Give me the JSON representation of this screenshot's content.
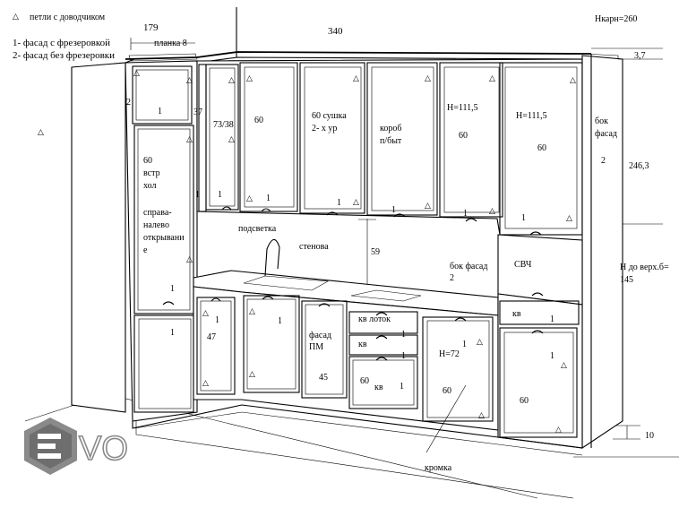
{
  "legend": {
    "hinge_note": "петли с доводчиком",
    "facade1": "1- фасад с фрезеровкой",
    "facade2": "2- фасад без фрезеровки"
  },
  "dims": {
    "width_179": "179",
    "strip": "планка 8",
    "width_340": "340",
    "cornice": "Нкарн=260",
    "gap_3_7": "3,7",
    "height_246": "246,3",
    "tall_to_top_1": "Н до верх.б=",
    "tall_to_top_2": "145",
    "apron_59": "59",
    "plinth_10": "10"
  },
  "labels": {
    "d37": "37",
    "d73": "73/38",
    "u60": "60",
    "dryer1": "60 сушка",
    "dryer2": "2- х ур",
    "box1": "короб",
    "box2": "п/быт",
    "h111a": "Н=111,5",
    "u60b": "60",
    "h111b": "Н=111,5",
    "u60c": "60",
    "side1": "бок",
    "side2": "фасад",
    "side_num": "2",
    "fridge1": "60",
    "fridge2": "встр",
    "fridge3": "хол",
    "fridge4": "справа-",
    "fridge5": "налево",
    "fridge6": "открывани",
    "fridge7": "е",
    "backlight": "подсветка",
    "wallpanel": "стенова",
    "sidefacade1": "бок фасад",
    "sidefacade2": "2",
    "microwave": "СВЧ",
    "kv_small": "кв",
    "b47": "47",
    "pm1": "фасад",
    "pm2": "ПМ",
    "pm3": "45",
    "tray": "кв лоток",
    "kv2": "кв",
    "b60kv1": "60",
    "b60kv2": "кв",
    "h72": "Н=72",
    "b60a": "60",
    "b60b": "60",
    "edge": "кромка",
    "n1": "1",
    "n2": "2",
    "tri": "△"
  },
  "logo": {
    "text": "VO",
    "hex_icon": "evo-hexagon-logo"
  },
  "colors": {
    "logo_gray": "#8a8a8a",
    "logo_dark": "#6e6e6e",
    "line": "#000000"
  }
}
